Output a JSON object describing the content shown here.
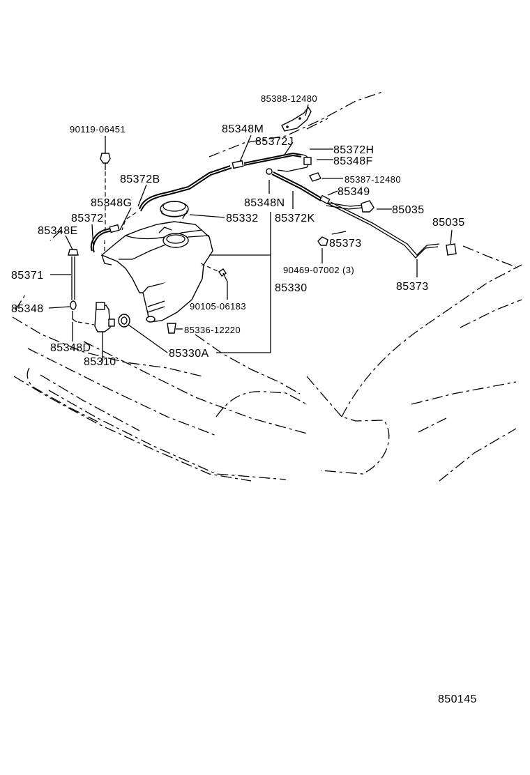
{
  "diagram": {
    "figure_number": "850145",
    "labels": {
      "p85388_12480": "85388-12480",
      "p90119_06451": "90119-06451",
      "p85348M": "85348M",
      "p85372J": "85372J",
      "p85372H": "85372H",
      "p85348F": "85348F",
      "p85372B": "85372B",
      "p85387_12480": "85387-12480",
      "p85349": "85349",
      "p85348G": "85348G",
      "p85348N": "85348N",
      "p85035_a": "85035",
      "p85035_b": "85035",
      "p85372": "85372",
      "p85332": "85332",
      "p85372K": "85372K",
      "p85348E": "85348E",
      "p85373_a": "85373",
      "p85373_b": "85373",
      "p90469_07002": "90469-07002 (3)",
      "p85371": "85371",
      "p85330": "85330",
      "p90105_06183": "90105-06183",
      "p85348": "85348",
      "p85336_12220": "85336-12220",
      "p85348D": "85348D",
      "p85330A": "85330A",
      "p85310": "85310"
    }
  }
}
